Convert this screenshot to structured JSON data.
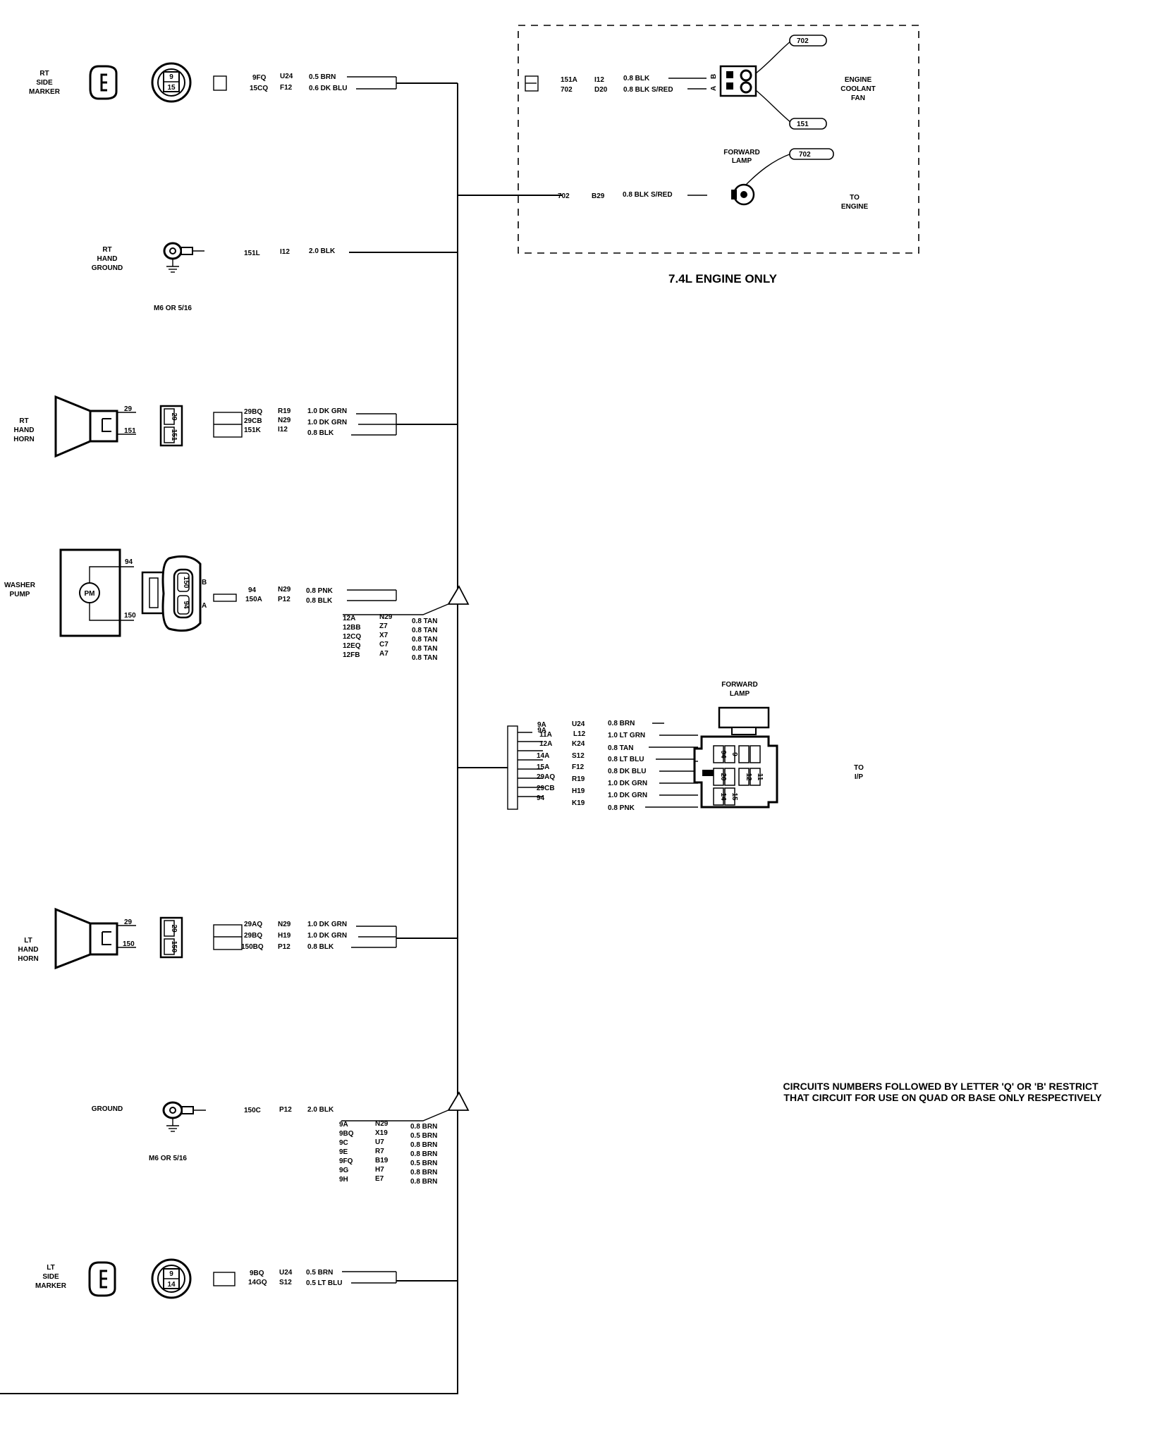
{
  "engine_box": {
    "label": "7.4L ENGINE ONLY",
    "coolant_fan": {
      "label_line1": "ENGINE",
      "label_line2": "COOLANT",
      "label_line3": "FAN",
      "pin_b": "B",
      "pin_a": "A",
      "splice_top": "702",
      "splice_bottom": "151",
      "wires": [
        {
          "circuit": "151A",
          "code": "I12",
          "size_color": "0.8 BLK"
        },
        {
          "circuit": "702",
          "code": "D20",
          "size_color": "0.8 BLK S/RED"
        }
      ]
    },
    "forward_lamp": {
      "label_line1": "FORWARD",
      "label_line2": "LAMP",
      "splice": "702",
      "circuit": "702",
      "code": "B29",
      "size_color": "0.8 BLK S/RED",
      "dest_line1": "TO",
      "dest_line2": "ENGINE"
    }
  },
  "rt_side_marker": {
    "label_line1": "RT",
    "label_line2": "SIDE",
    "label_line3": "MARKER",
    "pin_top": "9",
    "pin_bottom": "15",
    "wires": [
      {
        "circuit": "9FQ",
        "code": "U24",
        "size_color": "0.5 BRN"
      },
      {
        "circuit": "15CQ",
        "code": "F12",
        "size_color": "0.6 DK BLU"
      }
    ]
  },
  "rt_hand_ground": {
    "label_line1": "RT",
    "label_line2": "HAND",
    "label_line3": "GROUND",
    "circuit": "151L",
    "code": "I12",
    "size_color": "2.0 BLK",
    "stud": "M6 OR 5/16"
  },
  "rt_hand_horn": {
    "label_line1": "RT",
    "label_line2": "HAND",
    "label_line3": "HORN",
    "pin_top": "29",
    "pin_bottom": "151",
    "conn_top": "29",
    "conn_bottom": "151",
    "wires": [
      {
        "circuit": "29BQ",
        "code": "R19",
        "size_color": "1.0 DK GRN"
      },
      {
        "circuit": "29CB",
        "code": "N29",
        "size_color": "1.0 DK GRN"
      },
      {
        "circuit": "151K",
        "code": "I12",
        "size_color": "0.8 BLK"
      }
    ]
  },
  "washer_pump": {
    "label_line1": "WASHER",
    "label_line2": "PUMP",
    "motor": "PM",
    "pin_top": "94",
    "pin_bottom": "150",
    "conn_top": "150",
    "conn_bottom": "94",
    "pin_b": "B",
    "pin_a": "A",
    "wires": [
      {
        "circuit": "94",
        "code": "N29",
        "size_color": "0.8 PNK"
      },
      {
        "circuit": "150A",
        "code": "P12",
        "size_color": "0.8 BLK"
      }
    ]
  },
  "splice_12": {
    "rows": [
      {
        "circuit": "12A",
        "code": "N29",
        "size_color": "0.8 TAN"
      },
      {
        "circuit": "12BB",
        "code": "Z7",
        "size_color": "0.8 TAN"
      },
      {
        "circuit": "12CQ",
        "code": "X7",
        "size_color": "0.8 TAN"
      },
      {
        "circuit": "12EQ",
        "code": "C7",
        "size_color": "0.8 TAN"
      },
      {
        "circuit": "12FB",
        "code": "A7",
        "size_color": "0.8 TAN"
      }
    ]
  },
  "forward_lamp_ip": {
    "label_line1": "FORWARD",
    "label_line2": "LAMP",
    "dest_line1": "TO",
    "dest_line2": "I/P",
    "pins": [
      "94",
      "9",
      "20",
      "12",
      "11",
      "14",
      "15"
    ],
    "rows": [
      {
        "circuit": "9A",
        "code": "U24",
        "size_color": "0.8 BRN"
      },
      {
        "circuit": "11A",
        "code": "L12",
        "size_color": "1.0 LT GRN"
      },
      {
        "circuit": "12A",
        "code": "K24",
        "size_color": "0.8 TAN"
      },
      {
        "circuit": "14A",
        "code": "S12",
        "size_color": "0.8 LT BLU"
      },
      {
        "circuit": "15A",
        "code": "F12",
        "size_color": "0.8 DK BLU"
      },
      {
        "circuit": "29AQ",
        "code": "R19",
        "size_color": "1.0 DK GRN"
      },
      {
        "circuit": "29CB",
        "code": "H19",
        "size_color": "1.0 DK GRN"
      },
      {
        "circuit": "94",
        "code": "K19",
        "size_color": "0.8 PNK"
      }
    ]
  },
  "lt_hand_horn": {
    "label_line1": "LT",
    "label_line2": "HAND",
    "label_line3": "HORN",
    "pin_top": "29",
    "pin_bottom": "150",
    "conn_top": "29",
    "conn_bottom": "150",
    "wires": [
      {
        "circuit": "29AQ",
        "code": "N29",
        "size_color": "1.0 DK GRN"
      },
      {
        "circuit": "29BQ",
        "code": "H19",
        "size_color": "1.0 DK GRN"
      },
      {
        "circuit": "150BQ",
        "code": "P12",
        "size_color": "0.8 BLK"
      }
    ]
  },
  "ground": {
    "label": "GROUND",
    "circuit": "150C",
    "code": "P12",
    "size_color": "2.0 BLK",
    "stud": "M6 OR 5/16"
  },
  "splice_9": {
    "rows": [
      {
        "circuit": "9A",
        "code": "N29",
        "size_color": "0.8 BRN"
      },
      {
        "circuit": "9BQ",
        "code": "X19",
        "size_color": "0.5 BRN"
      },
      {
        "circuit": "9C",
        "code": "U7",
        "size_color": "0.8 BRN"
      },
      {
        "circuit": "9E",
        "code": "R7",
        "size_color": "0.8 BRN"
      },
      {
        "circuit": "9FQ",
        "code": "B19",
        "size_color": "0.5 BRN"
      },
      {
        "circuit": "9G",
        "code": "H7",
        "size_color": "0.8 BRN"
      },
      {
        "circuit": "9H",
        "code": "E7",
        "size_color": "0.8 BRN"
      }
    ]
  },
  "lt_side_marker": {
    "label_line1": "LT",
    "label_line2": "SIDE",
    "label_line3": "MARKER",
    "pin_top": "9",
    "pin_bottom": "14",
    "wires": [
      {
        "circuit": "9BQ",
        "code": "U24",
        "size_color": "0.5 BRN"
      },
      {
        "circuit": "14GQ",
        "code": "S12",
        "size_color": "0.5 LT BLU"
      }
    ]
  },
  "note": {
    "line1": "CIRCUITS NUMBERS FOLLOWED BY LETTER 'Q' OR 'B' RESTRICT",
    "line2": "THAT CIRCUIT FOR USE ON QUAD OR BASE  ONLY RESPECTIVELY"
  }
}
